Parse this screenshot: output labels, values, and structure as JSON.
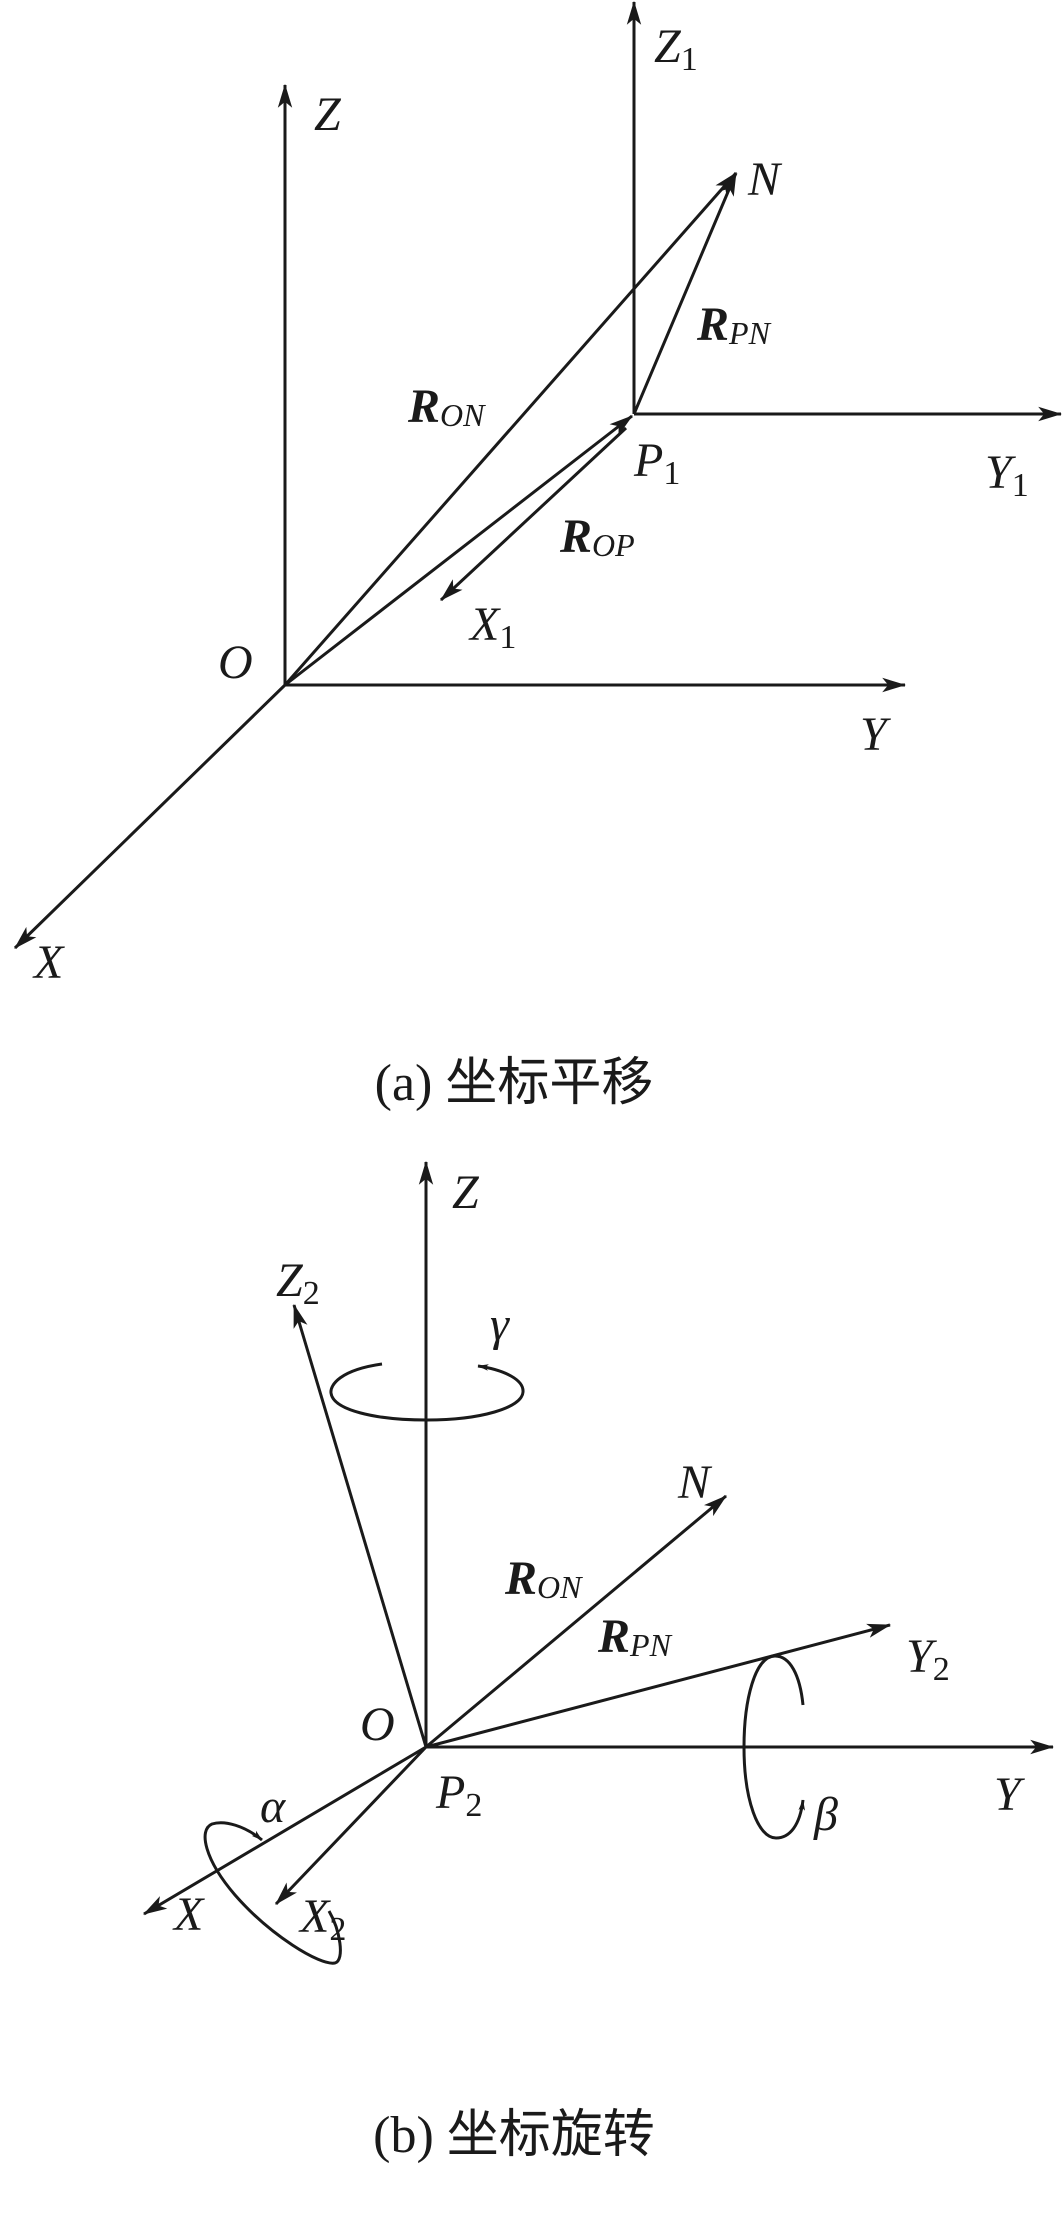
{
  "colors": {
    "ink": "#1a1a1a",
    "background": "#ffffff"
  },
  "panel_a": {
    "caption": "(a) 坐标平移",
    "labels": {
      "Z": "Z",
      "Y": "Y",
      "X": "X",
      "O": "O",
      "N": "N",
      "Z1": "Z",
      "Z1_sub": "1",
      "Y1": "Y",
      "Y1_sub": "1",
      "X1": "X",
      "X1_sub": "1",
      "P1": "P",
      "P1_sub": "1",
      "R_ON": "R",
      "R_ON_sub": "ON",
      "R_PN": "R",
      "R_PN_sub": "PN",
      "R_OP": "R",
      "R_OP_sub": "OP"
    }
  },
  "panel_b": {
    "caption": "(b) 坐标旋转",
    "labels": {
      "Z": "Z",
      "Y": "Y",
      "X": "X",
      "O": "O",
      "N": "N",
      "Z2": "Z",
      "Z2_sub": "2",
      "Y2": "Y",
      "Y2_sub": "2",
      "X2": "X",
      "X2_sub": "2",
      "P2": "P",
      "P2_sub": "2",
      "R_ON": "R",
      "R_ON_sub": "ON",
      "R_PN": "R",
      "R_PN_sub": "PN",
      "alpha": "α",
      "beta": "β",
      "gamma": "γ"
    }
  }
}
